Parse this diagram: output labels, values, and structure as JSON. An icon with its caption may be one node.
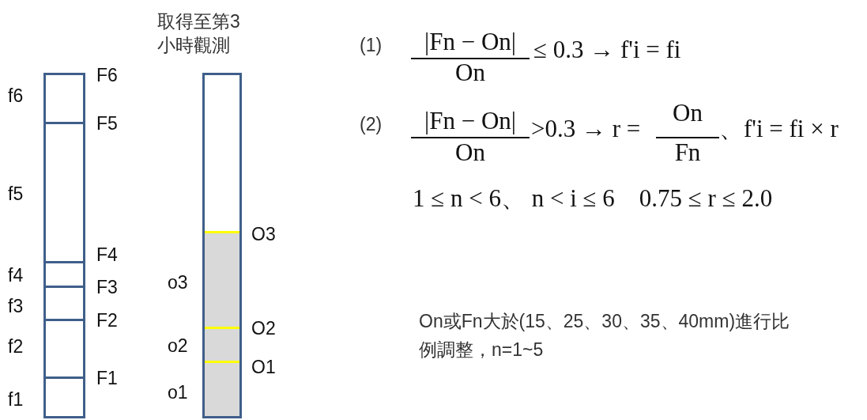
{
  "diagram": {
    "nodes": [
      {
        "text": [],
        "shape": "bar"
      },
      {
        "text": [
          "取得至第3小時觀測"
        ]
      }
    ],
    "labels": [
      "F6",
      "f6",
      "F5",
      "f5",
      "F4",
      "f4",
      "F3",
      "f3",
      "F2",
      "f2",
      "F1",
      "f1",
      "O3",
      "o3",
      "O2",
      "o2",
      "O1",
      "o1",
      "(1)",
      "|Fn − On|",
      "On",
      "≤ 0.3 → f'i = fi",
      "(2)",
      "|Fn − On|",
      "On",
      ">0.3 → r =",
      "On",
      "Fn",
      "、f'i = fi × r",
      "1 ≤ n < 6、 n < i ≤ 6    0.75 ≤ r ≤ 2.0",
      "On或Fn大於(15、25、30、35、40mm)進行比例調整，n=1~5"
    ]
  }
}
